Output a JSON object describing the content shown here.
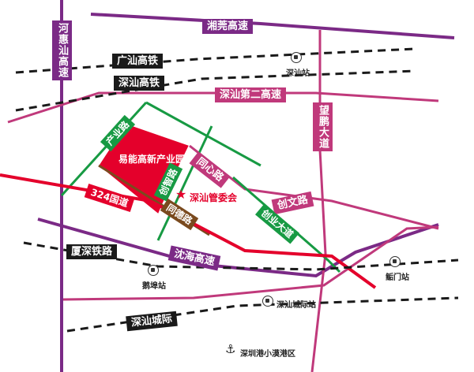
{
  "labels": {
    "hehuishan_expressway": "河惠汕高速",
    "xianglong_expressway": "湘莞高速",
    "guangshan_hsr": "广汕高铁",
    "shenshan_hsr": "深汕高铁",
    "shenshan_second_expressway": "深汕第二高速",
    "wangpeng_avenue": "望鹏大道",
    "industrial_road": "产业路",
    "park_name": "易能高新产业园",
    "chuangzhi_road": "创智路",
    "tongxin_road": "同心路",
    "national_road_324": "324国道",
    "hq_name": "深汕管委会",
    "tongde_road": "同德路",
    "chuangwen_road": "创文路",
    "chuangye_avenue": "创业大道",
    "xiashen_railway": "厦深铁路",
    "shenhai_expressway": "沈海高速",
    "shenshan_intercity": "深汕城际"
  },
  "stations": {
    "shenshan_station": "深汕站",
    "ebu_station": "鹅埠站",
    "bianmen_station": "鲘门站",
    "intercity_station": "深汕城际站",
    "xiaomo_port": "深圳港小漠港区"
  },
  "colors": {
    "purple_road": "#7b2a86",
    "pink_road": "#c0397b",
    "green_road": "#179a43",
    "red_road": "#e4002b",
    "railway": "#1a1a1a",
    "park": "#e4002b",
    "brown_road": "#7a4a1e"
  }
}
